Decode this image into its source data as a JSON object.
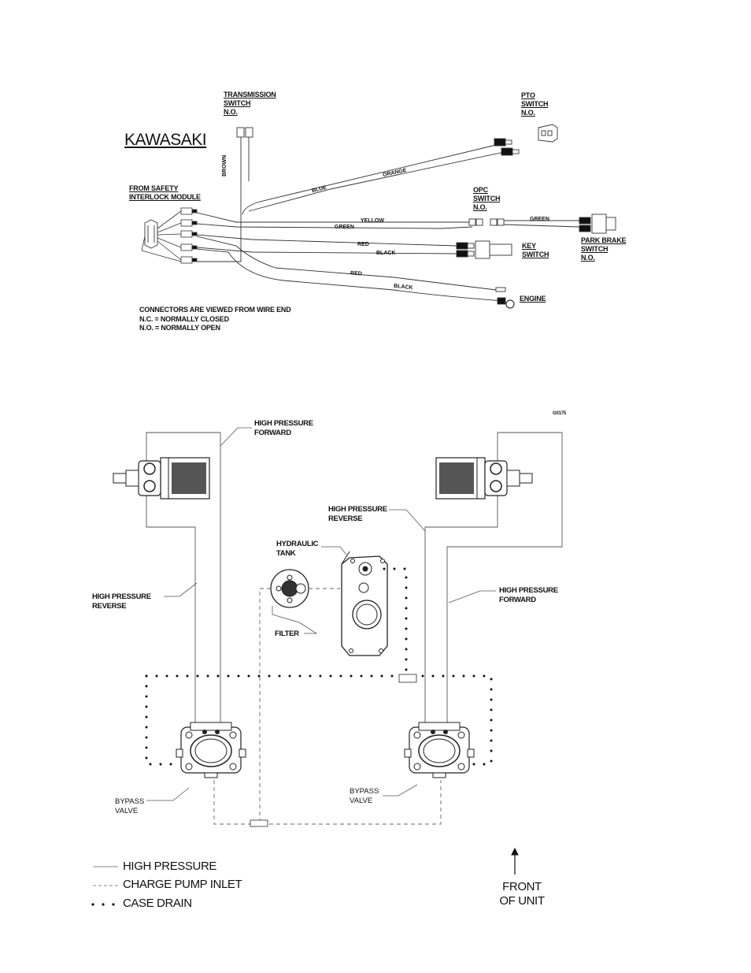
{
  "wiring": {
    "title": "KAWASAKI",
    "labels": {
      "transmission_switch": "TRANSMISSION\nSWITCH\nN.O.",
      "pto_switch": "PTO\nSWITCH\nN.O.",
      "safety_module": "FROM SAFETY\nINTERLOCK MODULE",
      "opc_switch": "OPC\nSWITCH\nN.O.",
      "park_brake_switch": "PARK BRAKE\nSWITCH\nN.O.",
      "key_switch": "KEY\nSWITCH",
      "engine": "ENGINE"
    },
    "wire_colors": {
      "brown": "BROWN",
      "blue": "BLUE",
      "orange": "ORANGE",
      "yellow": "YELLOW",
      "green_left": "GREEN",
      "green_right": "GREEN",
      "red_1": "RED",
      "black_1": "BLACK",
      "red_2": "RED",
      "black_2": "BLACK"
    },
    "notes": {
      "line1": "CONNECTORS ARE VIEWED FROM WIRE END",
      "line2": "N.C. = NORMALLY CLOSED",
      "line3": "N.O. = NORMALLY OPEN"
    }
  },
  "hydraulic": {
    "drawing_code": "G0175",
    "labels": {
      "hp_forward_left": "HIGH PRESSURE\nFORWARD",
      "hp_reverse_center": "HIGH PRESSURE\nREVERSE",
      "hydraulic_tank": "HYDRAULIC\nTANK",
      "hp_reverse_left": "HIGH PRESSURE\nREVERSE",
      "hp_forward_right": "HIGH PRESSURE\nFORWARD",
      "filter": "FILTER",
      "bypass_left": "BYPASS\nVALVE",
      "bypass_right": "BYPASS\nVALVE"
    },
    "legend": {
      "high_pressure": "HIGH PRESSURE",
      "charge_pump_inlet": "CHARGE PUMP INLET",
      "case_drain": "CASE DRAIN"
    },
    "front_label": "FRONT\nOF UNIT"
  }
}
